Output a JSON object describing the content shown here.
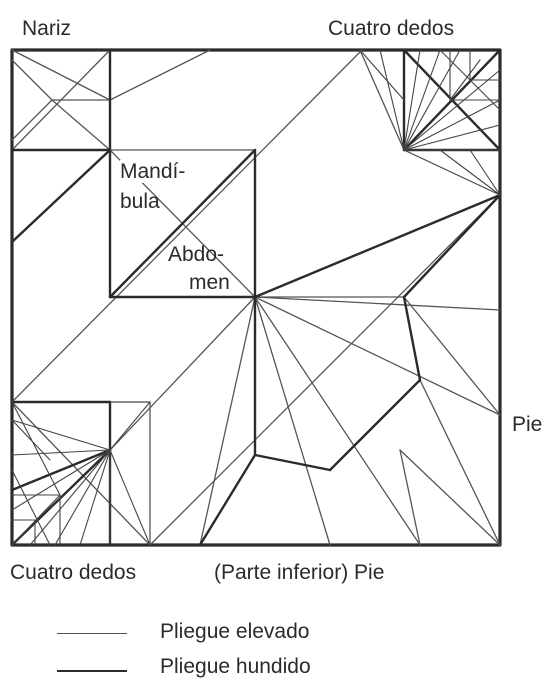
{
  "labels": {
    "top_left": "Nariz",
    "top_right": "Cuatro dedos",
    "mandible_1": "Mandí-",
    "mandible_2": "bula",
    "abdomen_1": "Abdo-",
    "abdomen_2": "men",
    "right": "Pie",
    "bottom_left": "Cuatro dedos",
    "bottom_right": "(Parte inferior) Pie"
  },
  "legend": {
    "mountain_label": "Pliegue elevado",
    "valley_label": "Pliegue hundido"
  },
  "colors": {
    "ink": "#2b2b2b",
    "light_line": "#6a6a6a",
    "background": "#ffffff"
  }
}
